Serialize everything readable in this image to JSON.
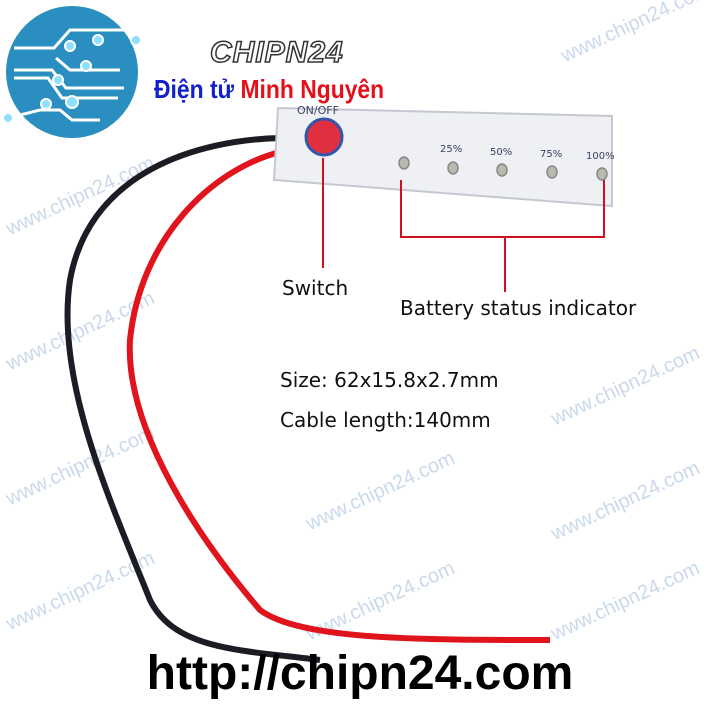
{
  "watermark": "www.chipn24.com",
  "logo": {
    "brand": "CHIPN24",
    "subtitle_part1": "Điện tử",
    "subtitle_part2": "Minh Nguyên"
  },
  "board": {
    "switch_label": "ON/OFF",
    "indicators": [
      "25%",
      "50%",
      "75%",
      "100%"
    ]
  },
  "annotations": {
    "switch": "Switch",
    "battery": "Battery status indicator",
    "size": "Size: 62x15.8x2.7mm",
    "cable": "Cable length:140mm"
  },
  "footer_url": "http://chipn24.com",
  "colors": {
    "logo_blue": "#2a8fc0",
    "brand_blue": "#1222c8",
    "brand_red": "#e4101a",
    "wire_red": "#e0141c",
    "wire_black": "#1c1c24"
  }
}
